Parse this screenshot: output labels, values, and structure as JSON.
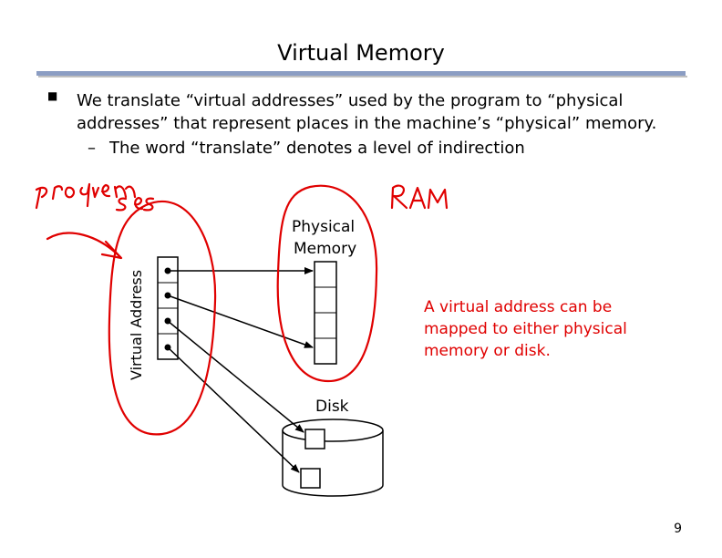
{
  "slide": {
    "title": "Virtual Memory",
    "bullet_text": "We translate “virtual addresses” used by the program to “physical addresses” that represent places in the machine’s “physical” memory.",
    "sub_bullet_text": "The word “translate” denotes a level of indirection",
    "page_number": "9"
  },
  "diagram": {
    "virtual_address_label": "Virtual Address",
    "physical_memory_label_line1": "Physical",
    "physical_memory_label_line2": "Memory",
    "disk_label": "Disk",
    "note": "A virtual address can be mapped to either physical memory or disk."
  },
  "colors": {
    "title_rule": "#8b9dc3",
    "annotation_red": "#e00000"
  }
}
